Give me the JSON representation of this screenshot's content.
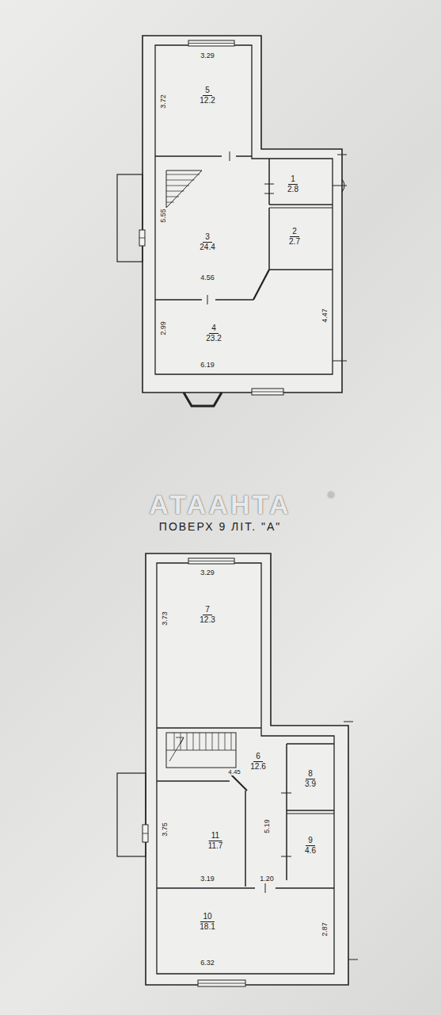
{
  "diagram": {
    "nodes": [
      {
        "text": [
          "5",
          "12.2"
        ]
      },
      {
        "text": [
          "3",
          "24.4"
        ]
      },
      {
        "text": [
          "1",
          "2.8"
        ]
      },
      {
        "text": [
          "2",
          "2.7"
        ]
      },
      {
        "text": [
          "4",
          "23.2"
        ]
      },
      {
        "text": [
          "7",
          "12.3"
        ]
      },
      {
        "text": [
          "6",
          "12.6"
        ]
      },
      {
        "text": [
          "8",
          "3.9"
        ]
      },
      {
        "text": [
          "9",
          "4.6"
        ]
      },
      {
        "text": [
          "11",
          "11.7"
        ]
      },
      {
        "text": [
          "10",
          "18.1"
        ]
      }
    ],
    "labels": [
      "ПОВЕРХ 9 ЛІТ. \"А\"",
      "АТААНТА",
      "®",
      "3.29",
      "3.72",
      "5.55",
      "4.56",
      "2.99",
      "4.47",
      "6.19",
      "3.29",
      "3.73",
      "4.45",
      "5.19",
      "3.75",
      "3.19",
      "1.20",
      "2.87",
      "6.32"
    ]
  }
}
